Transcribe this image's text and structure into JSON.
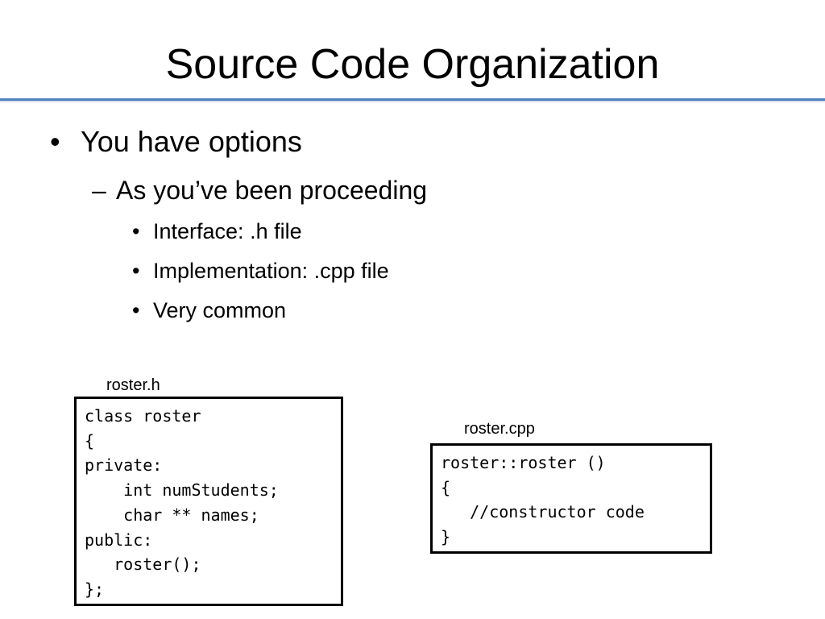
{
  "slide": {
    "title": "Source Code Organization",
    "bullets": {
      "level1": {
        "marker": "•",
        "text": "You have options"
      },
      "level2": {
        "marker": "–",
        "text": "As you’ve been proceeding"
      },
      "level3": [
        {
          "marker": "•",
          "text": "Interface:  .h  file"
        },
        {
          "marker": "•",
          "text": "Implementation:  .cpp file"
        },
        {
          "marker": "•",
          "text": "Very common"
        }
      ]
    },
    "header_file": {
      "caption": "roster.h",
      "code": "class roster\n{\nprivate:\n    int numStudents;\n    char ** names;\npublic:\n   roster();\n};"
    },
    "source_file": {
      "caption": "roster.cpp",
      "code": "roster::roster ()\n{\n   //constructor code\n}"
    },
    "colors": {
      "title_rule": "#4f81bd",
      "text": "#000000",
      "background": "#ffffff"
    }
  }
}
